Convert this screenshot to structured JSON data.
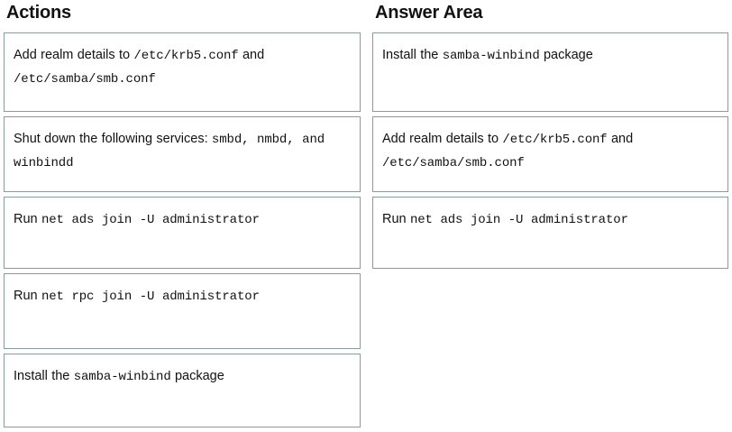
{
  "columns": {
    "actions": {
      "heading": "Actions",
      "items": [
        {
          "id": "add-realm-details",
          "segments": [
            {
              "text": "Add realm details to ",
              "mono": false
            },
            {
              "text": "/etc/krb5.conf",
              "mono": true
            },
            {
              "text": " and ",
              "mono": false
            },
            {
              "text": "/etc/samba/smb.conf",
              "mono": true
            }
          ],
          "plain": "Add realm details to /etc/krb5.conf and /etc/samba/smb.conf"
        },
        {
          "id": "shut-down-services",
          "segments": [
            {
              "text": "Shut down the following services: ",
              "mono": false
            },
            {
              "text": "smbd, nmbd, and winbindd",
              "mono": true
            }
          ],
          "plain": "Shut down the following services: smbd, nmbd, and winbindd"
        },
        {
          "id": "run-net-ads-join",
          "segments": [
            {
              "text": "Run ",
              "mono": false
            },
            {
              "text": "net ads join -U administrator",
              "mono": true
            }
          ],
          "plain": "Run net ads join -U administrator"
        },
        {
          "id": "run-net-rpc-join",
          "segments": [
            {
              "text": "Run ",
              "mono": false
            },
            {
              "text": "net rpc join -U administrator",
              "mono": true
            }
          ],
          "plain": "Run net rpc join -U administrator"
        },
        {
          "id": "install-samba-winbind",
          "segments": [
            {
              "text": "Install the ",
              "mono": false
            },
            {
              "text": "samba-winbind",
              "mono": true
            },
            {
              "text": " package",
              "mono": false
            }
          ],
          "plain": "Install the samba-winbind package"
        }
      ]
    },
    "answer": {
      "heading": "Answer Area",
      "items": [
        {
          "id": "install-samba-winbind",
          "segments": [
            {
              "text": "Install the ",
              "mono": false
            },
            {
              "text": "samba-winbind",
              "mono": true
            },
            {
              "text": " package",
              "mono": false
            }
          ],
          "plain": "Install the samba-winbind package"
        },
        {
          "id": "add-realm-details",
          "segments": [
            {
              "text": "Add realm details to ",
              "mono": false
            },
            {
              "text": "/etc/krb5.conf",
              "mono": true
            },
            {
              "text": " and ",
              "mono": false
            },
            {
              "text": "/etc/samba/smb.conf",
              "mono": true
            }
          ],
          "plain": "Add realm details to /etc/krb5.conf and /etc/samba/smb.conf"
        },
        {
          "id": "run-net-ads-join",
          "segments": [
            {
              "text": "Run ",
              "mono": false
            },
            {
              "text": "net ads join -U administrator",
              "mono": true
            }
          ],
          "plain": "Run net ads join -U administrator"
        }
      ]
    }
  },
  "colors": {
    "card_border": "#8b9b9b",
    "card_background": "#ffffff",
    "text": "#111111",
    "heading": "#121212",
    "page_background": "#ffffff"
  }
}
